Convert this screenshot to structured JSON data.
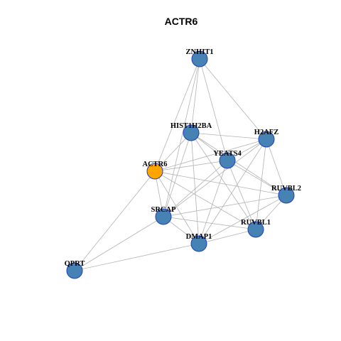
{
  "title": "ACTR6",
  "colors": {
    "default_node": "#4682b4",
    "focus_node": "#ffa500",
    "node_border": "#1f3fbf",
    "edge": "#b3b3b3"
  },
  "nodes": [
    {
      "id": "ZNHIT1",
      "label": "ZNHIT1",
      "focus": false
    },
    {
      "id": "HIST1H2BA",
      "label": "HIST1H2BA",
      "focus": false
    },
    {
      "id": "H2AFZ",
      "label": "H2AFZ",
      "focus": false
    },
    {
      "id": "YEATS4",
      "label": "YEATS4",
      "focus": false
    },
    {
      "id": "ACTR6",
      "label": "ACTR6",
      "focus": true
    },
    {
      "id": "RUVBL2",
      "label": "RUVBL2",
      "focus": false
    },
    {
      "id": "SRCAP",
      "label": "SRCAP",
      "focus": false
    },
    {
      "id": "RUVBL1",
      "label": "RUVBL1",
      "focus": false
    },
    {
      "id": "DMAP1",
      "label": "DMAP1",
      "focus": false
    },
    {
      "id": "QPRT",
      "label": "QPRT",
      "focus": false
    }
  ],
  "edges": [
    [
      "ZNHIT1",
      "HIST1H2BA"
    ],
    [
      "ZNHIT1",
      "H2AFZ"
    ],
    [
      "ZNHIT1",
      "YEATS4"
    ],
    [
      "ZNHIT1",
      "ACTR6"
    ],
    [
      "ZNHIT1",
      "SRCAP"
    ],
    [
      "HIST1H2BA",
      "H2AFZ"
    ],
    [
      "HIST1H2BA",
      "YEATS4"
    ],
    [
      "HIST1H2BA",
      "ACTR6"
    ],
    [
      "HIST1H2BA",
      "RUVBL2"
    ],
    [
      "HIST1H2BA",
      "SRCAP"
    ],
    [
      "HIST1H2BA",
      "RUVBL1"
    ],
    [
      "HIST1H2BA",
      "DMAP1"
    ],
    [
      "H2AFZ",
      "YEATS4"
    ],
    [
      "H2AFZ",
      "ACTR6"
    ],
    [
      "H2AFZ",
      "RUVBL2"
    ],
    [
      "H2AFZ",
      "SRCAP"
    ],
    [
      "H2AFZ",
      "RUVBL1"
    ],
    [
      "H2AFZ",
      "DMAP1"
    ],
    [
      "YEATS4",
      "ACTR6"
    ],
    [
      "YEATS4",
      "RUVBL2"
    ],
    [
      "YEATS4",
      "SRCAP"
    ],
    [
      "YEATS4",
      "RUVBL1"
    ],
    [
      "YEATS4",
      "DMAP1"
    ],
    [
      "ACTR6",
      "RUVBL2"
    ],
    [
      "ACTR6",
      "SRCAP"
    ],
    [
      "ACTR6",
      "RUVBL1"
    ],
    [
      "ACTR6",
      "DMAP1"
    ],
    [
      "ACTR6",
      "QPRT"
    ],
    [
      "RUVBL2",
      "SRCAP"
    ],
    [
      "RUVBL2",
      "RUVBL1"
    ],
    [
      "RUVBL2",
      "DMAP1"
    ],
    [
      "SRCAP",
      "RUVBL1"
    ],
    [
      "SRCAP",
      "DMAP1"
    ],
    [
      "SRCAP",
      "QPRT"
    ],
    [
      "RUVBL1",
      "DMAP1"
    ],
    [
      "DMAP1",
      "QPRT"
    ]
  ]
}
